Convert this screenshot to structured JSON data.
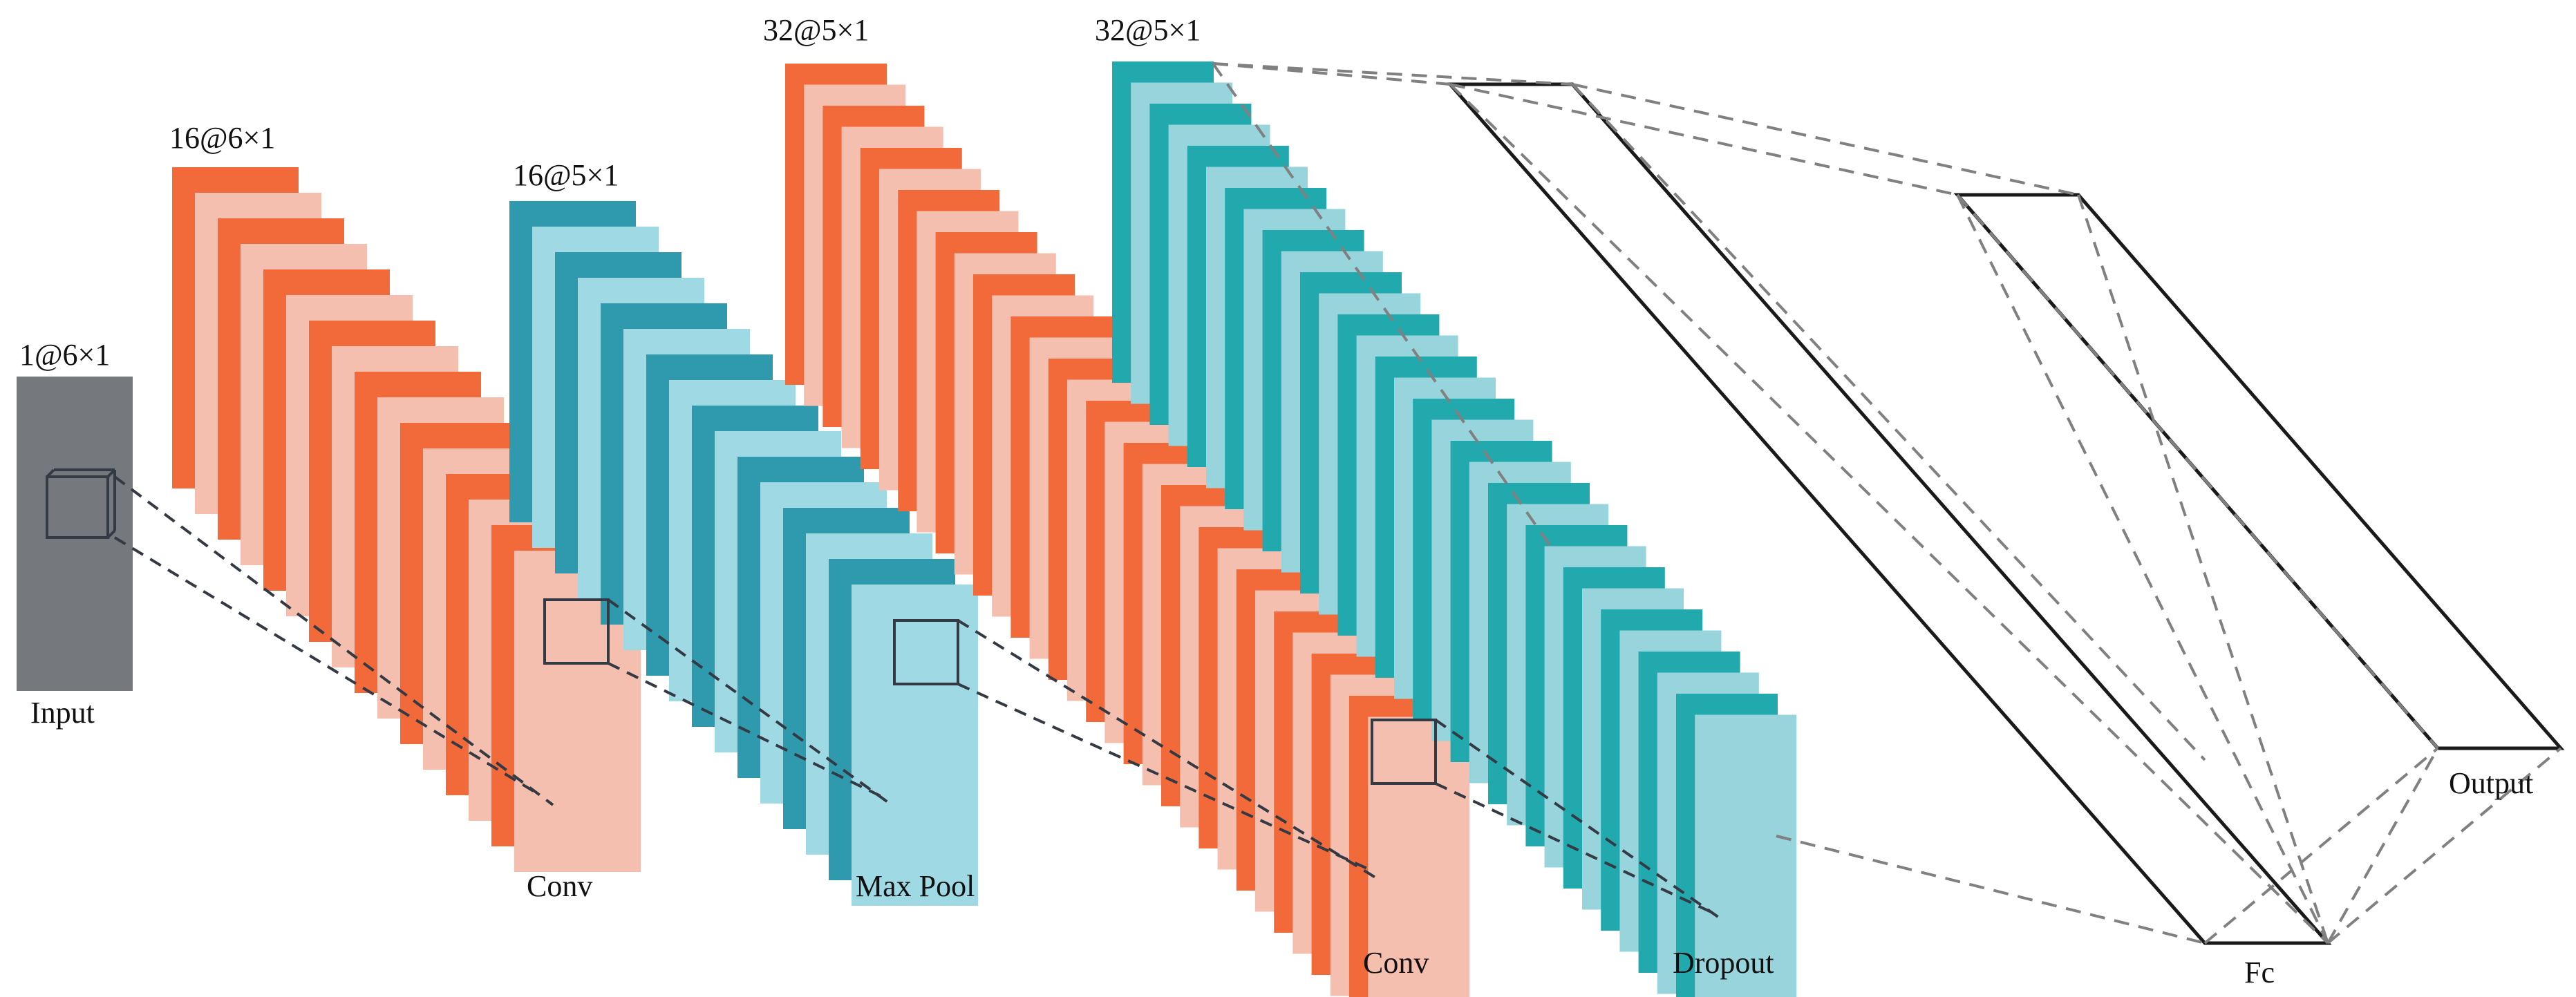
{
  "labels": {
    "input_dim": "1@6×1",
    "input_name": "Input",
    "conv1_dim": "16@6×1",
    "conv1_name": "Conv",
    "pool_dim": "16@5×1",
    "pool_name": "Max Pool",
    "conv2_dim": "32@5×1",
    "conv2_name": "Conv",
    "dropout_dim": "32@5×1",
    "dropout_name": "Dropout",
    "fc_name": "Fc",
    "output_name": "Output"
  },
  "colors": {
    "input": "#75787d",
    "orange_dark": "#f26a3a",
    "orange_light": "#f4bfae",
    "teal_dark": "#2f9aae",
    "teal_light": "#9fd9e3",
    "teal2_dark": "#22a9ae",
    "teal2_light": "#97d4dc",
    "kernel_line": "#333a44",
    "dashed_gray": "#808080",
    "fc_stroke": "#1a1a1a"
  }
}
